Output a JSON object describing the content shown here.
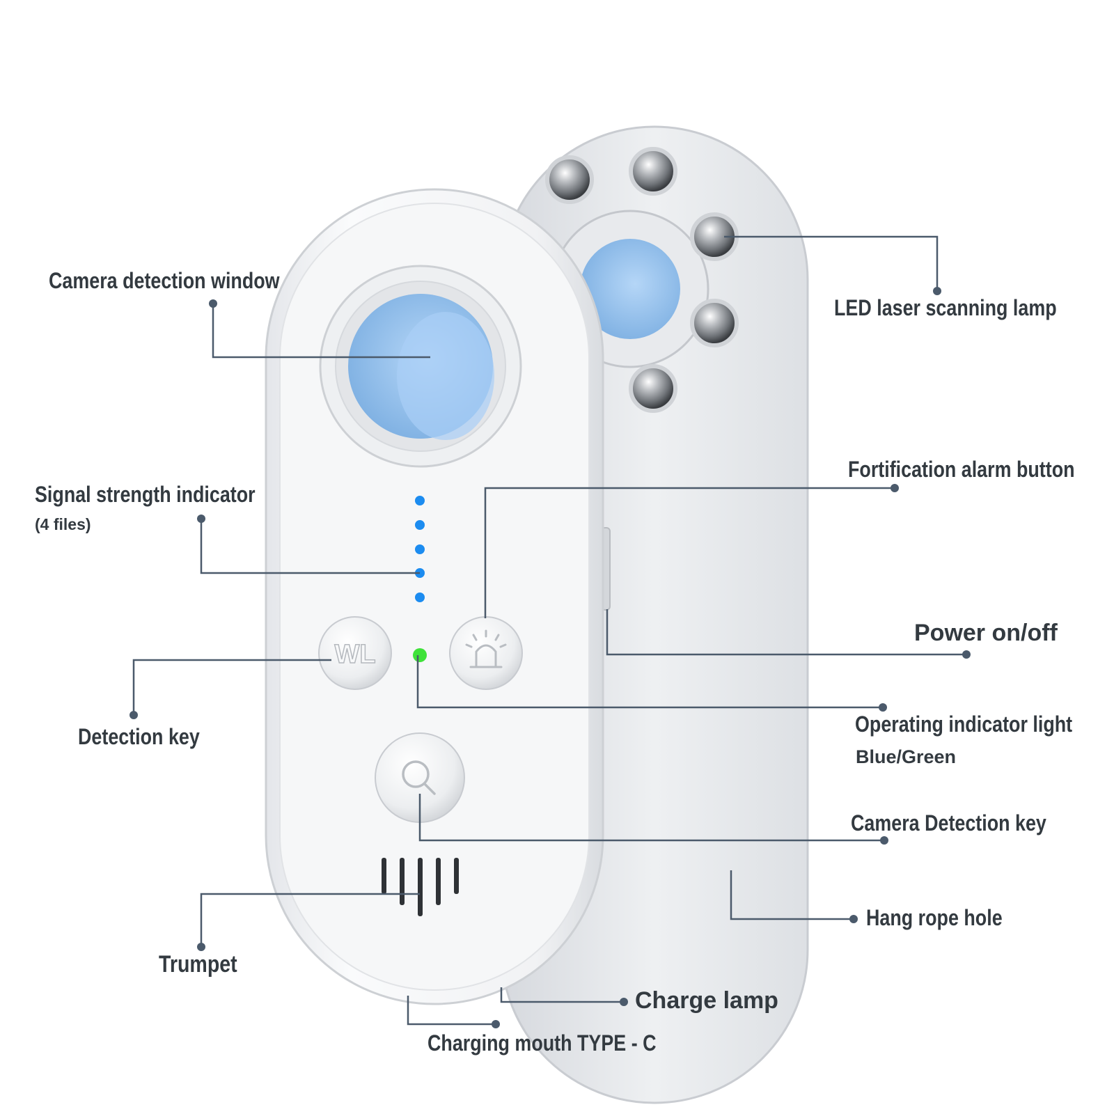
{
  "labels": {
    "camera_detection_window": "Camera detection window",
    "led_laser_scanning_lamp": "LED laser scanning lamp",
    "signal_strength_indicator": "Signal strength indicator",
    "signal_strength_sub": "(4 files)",
    "fortification_alarm_button": "Fortification alarm button",
    "power_on_off": "Power on/off",
    "detection_key": "Detection key",
    "operating_indicator_light": "Operating indicator light",
    "operating_indicator_sub": "Blue/Green",
    "camera_detection_key": "Camera Detection key",
    "hang_rope_hole": "Hang rope hole",
    "trumpet": "Trumpet",
    "charge_lamp": "Charge lamp",
    "charging_mouth": "Charging mouth TYPE - C"
  },
  "buttons": {
    "wl": "WL"
  },
  "colors": {
    "leader_line": "#4b5a6b",
    "device_body": "#f2f3f5",
    "lens_blue": "#9fc6ee",
    "signal_led": "#1c8cf0",
    "operating_led": "#3fe23a",
    "label_text": "#333a40"
  },
  "icons": {
    "alarm_button": "siren-icon",
    "detection_button": "magnifier-icon",
    "speaker": "speaker-grille-icon"
  }
}
